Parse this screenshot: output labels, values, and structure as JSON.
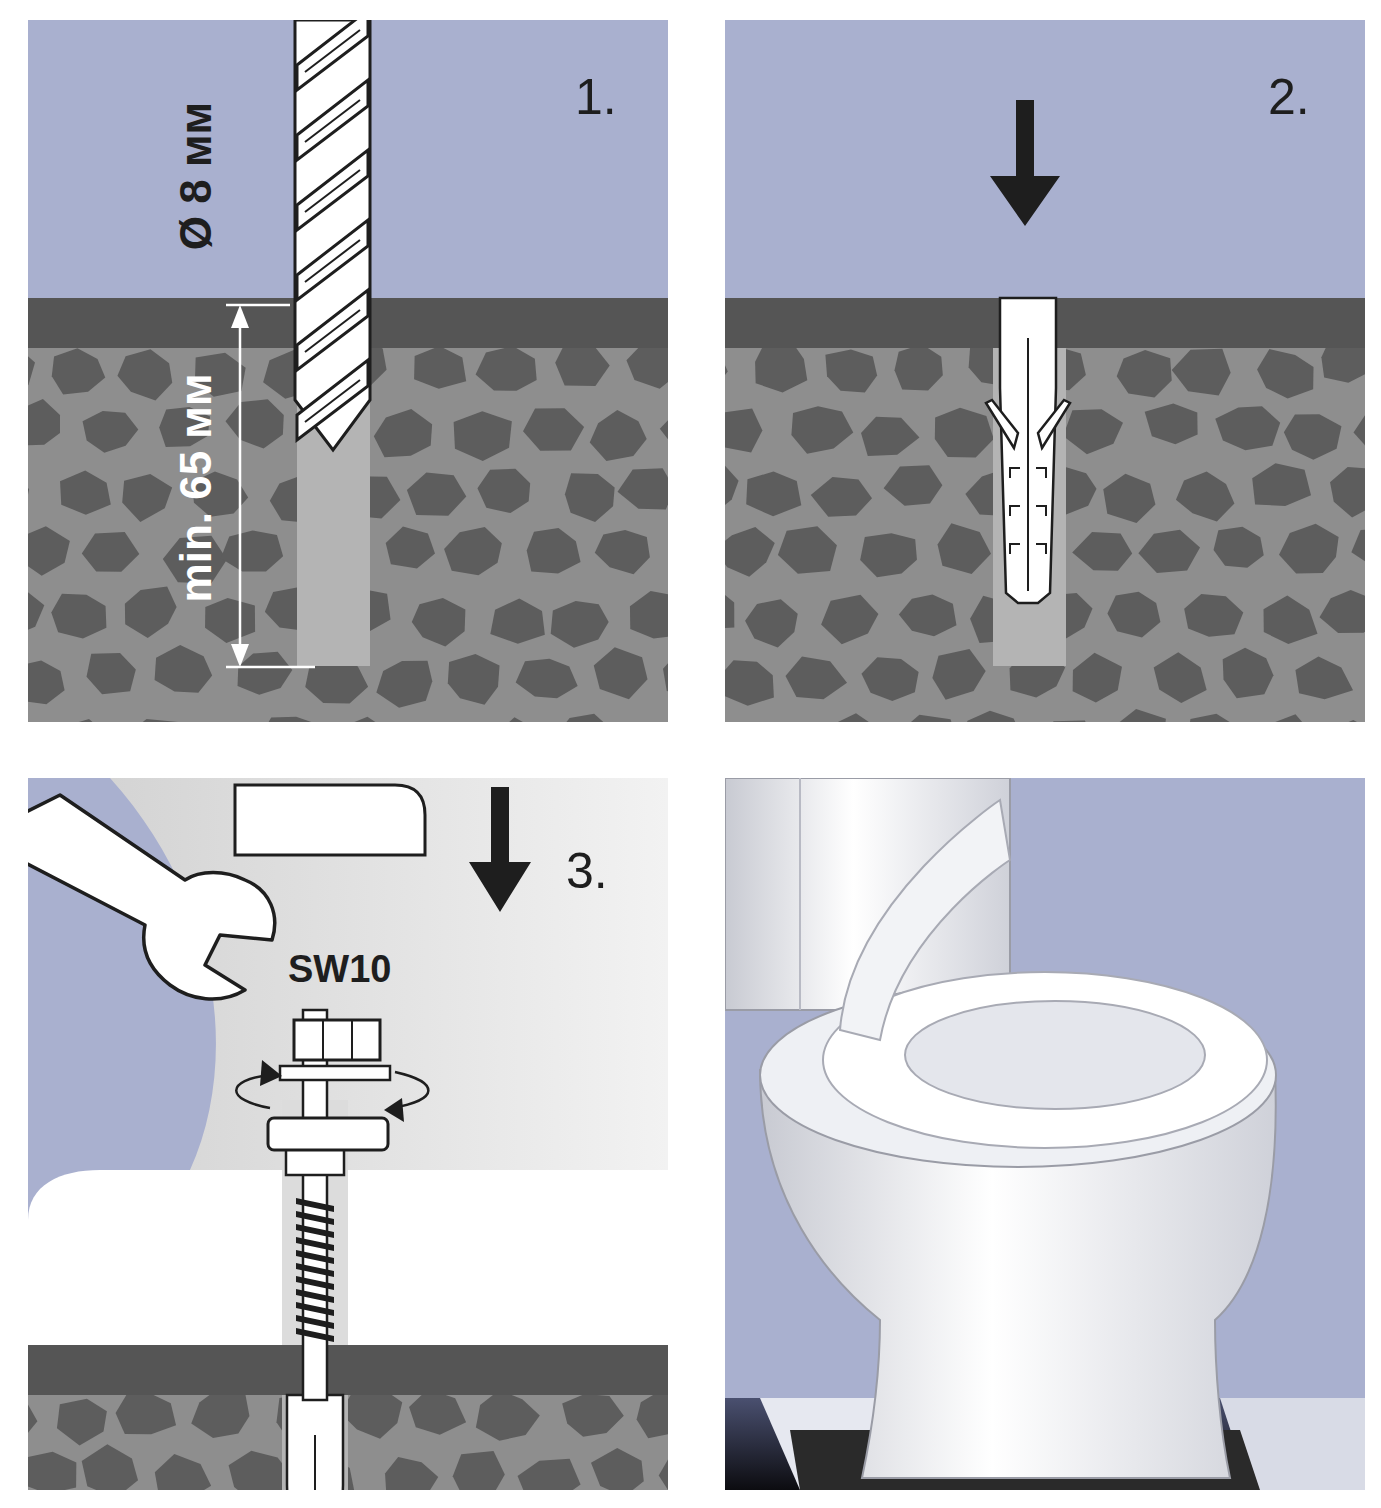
{
  "diagram": {
    "labels": [
      "1.",
      "Ø 8 мм",
      "min. 65 мм",
      "2.",
      "3.",
      "SW10"
    ]
  }
}
